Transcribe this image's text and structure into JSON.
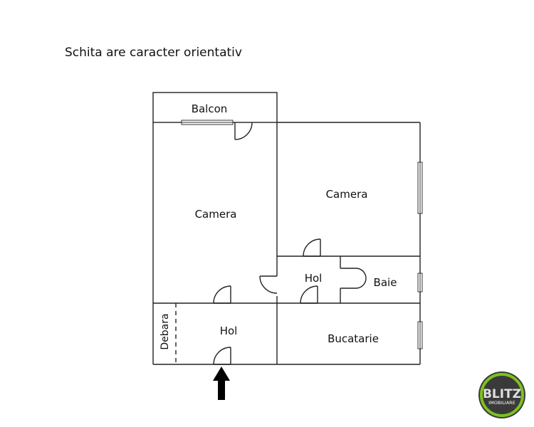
{
  "note": "Schita are caracter orientativ",
  "rooms": {
    "balcon": "Balcon",
    "camera_left": "Camera",
    "camera_right": "Camera",
    "hol_center": "Hol",
    "baie": "Baie",
    "hol_entry": "Hol",
    "debara": "Debara",
    "bucatarie": "Bucatarie"
  },
  "logo": {
    "word": "BLITZ",
    "subword": "IMOBILIARE",
    "ring_color": "#7cc21e",
    "disc_color": "#3a3a3a"
  },
  "entrance_arrow": "arrow-up-icon"
}
